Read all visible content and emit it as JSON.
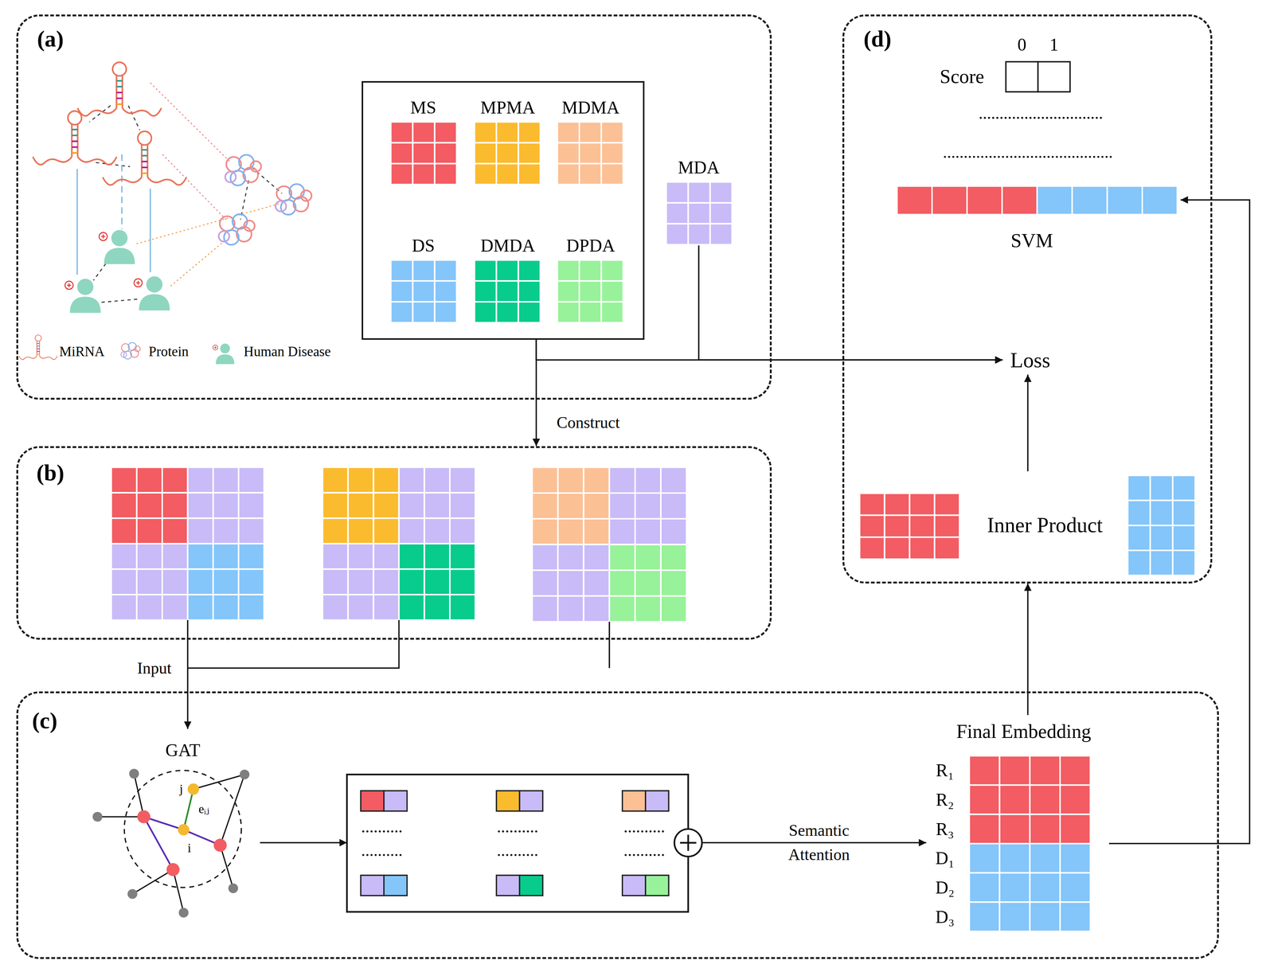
{
  "diagram": {
    "nodes": [
      {
        "text": [
          "(a)"
        ]
      },
      {
        "text": [],
        "in": 0
      },
      {
        "text": [
          "MS"
        ],
        "in": 1
      },
      {
        "text": [
          "MPMA"
        ],
        "in": 1
      },
      {
        "text": [
          "MDMA"
        ],
        "in": 1
      },
      {
        "text": [
          "DS"
        ],
        "in": 1
      },
      {
        "text": [
          "DMDA"
        ],
        "in": 1
      },
      {
        "text": [
          "DPDA"
        ],
        "in": 1
      },
      {
        "text": [
          "MDA"
        ],
        "in": 0
      },
      {
        "text": [
          "(d)"
        ]
      },
      {
        "text": [
          "0",
          "1",
          "Score"
        ],
        "in": 9
      },
      {
        "text": [
          "SVM"
        ],
        "in": 9
      },
      {
        "text": [
          "Loss"
        ],
        "in": 9
      },
      {
        "text": [
          "Inner Product"
        ],
        "in": 9
      },
      {
        "text": [
          "(b)"
        ]
      },
      {
        "text": [
          "(c)"
        ]
      },
      {
        "text": [
          "GAT"
        ],
        "in": 15
      },
      {
        "text": [],
        "in": 15
      },
      {
        "text": [
          "Final Embedding",
          "R₁",
          "R₂",
          "R₃",
          "D₁",
          "D₂",
          "D₃"
        ],
        "in": 15
      }
    ],
    "edges": [
      {
        "from": 1,
        "to": 14,
        "arrow": "to",
        "label": "Construct"
      },
      {
        "from": 1,
        "to": 12,
        "arrow": "to"
      },
      {
        "from": 8,
        "to": 12,
        "arrow": "to"
      },
      {
        "from": 14,
        "to": 16,
        "arrow": "to",
        "label": "Input"
      },
      {
        "from": 16,
        "to": 17,
        "arrow": "to"
      },
      {
        "from": 17,
        "to": 18,
        "arrow": "to",
        "label": "Semantic Attention"
      },
      {
        "from": 18,
        "to": 9,
        "arrow": "to"
      },
      {
        "from": 18,
        "to": 11,
        "arrow": "to"
      },
      {
        "from": 13,
        "to": 12,
        "arrow": "to"
      }
    ],
    "labels": [
      "j",
      "eᵢⱼ",
      "i"
    ],
    "legend": [
      {
        "text": "MiRNA"
      },
      {
        "text": "Protein"
      },
      {
        "text": "Human Disease"
      }
    ]
  }
}
